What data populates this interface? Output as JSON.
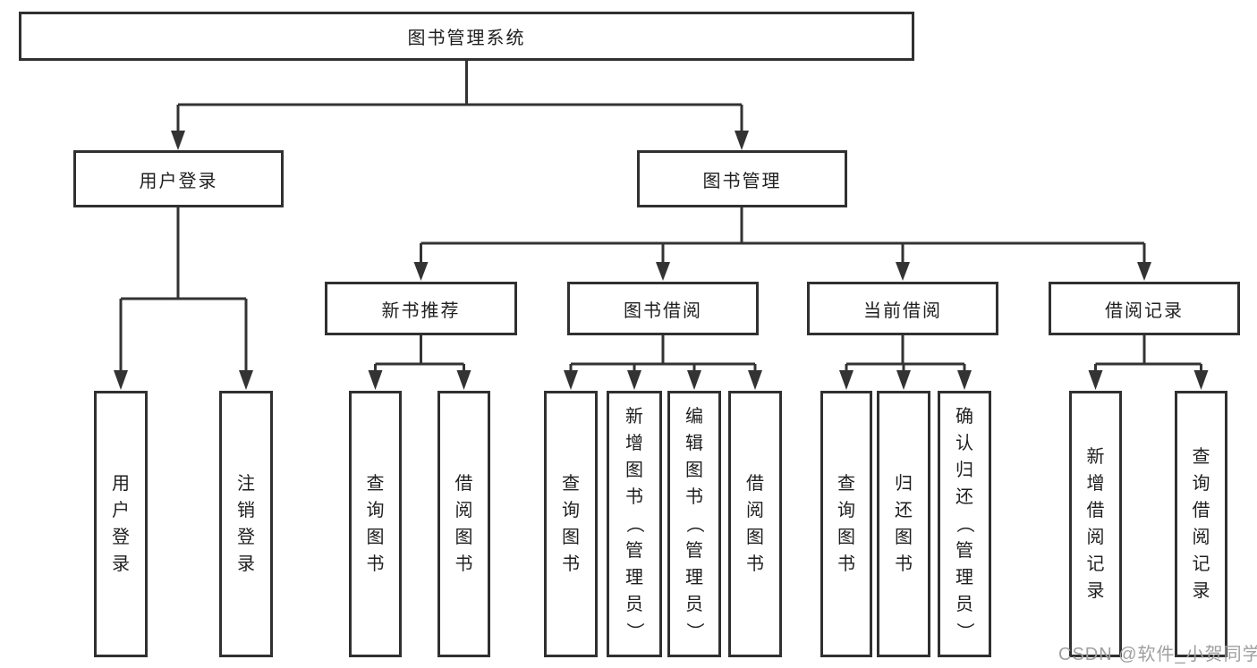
{
  "diagram": {
    "title_node": "图书管理系统",
    "level2": {
      "user_login": "用户登录",
      "book_management": "图书管理"
    },
    "level3": {
      "new_book_recommend": "新书推荐",
      "book_borrow": "图书借阅",
      "current_borrow": "当前借阅",
      "borrow_record": "借阅记录"
    },
    "leaves": {
      "user_login": [
        "用户登录",
        "注销登录"
      ],
      "new_book_recommend": [
        "查询图书",
        "借阅图书"
      ],
      "book_borrow": [
        "查询图书",
        "新增图书（管理员）",
        "编辑图书（管理员）",
        "借阅图书"
      ],
      "current_borrow": [
        "查询图书",
        "归还图书",
        "确认归还（管理员）"
      ],
      "borrow_record": [
        "新增借阅记录",
        "查询借阅记录"
      ]
    }
  },
  "watermark": "CSDN @软件_小贺同学",
  "colors": {
    "line": "#333333",
    "box_border": "#303030",
    "text": "#1f1f1f",
    "watermark": "#a0a0a0",
    "background": "#ffffff"
  }
}
